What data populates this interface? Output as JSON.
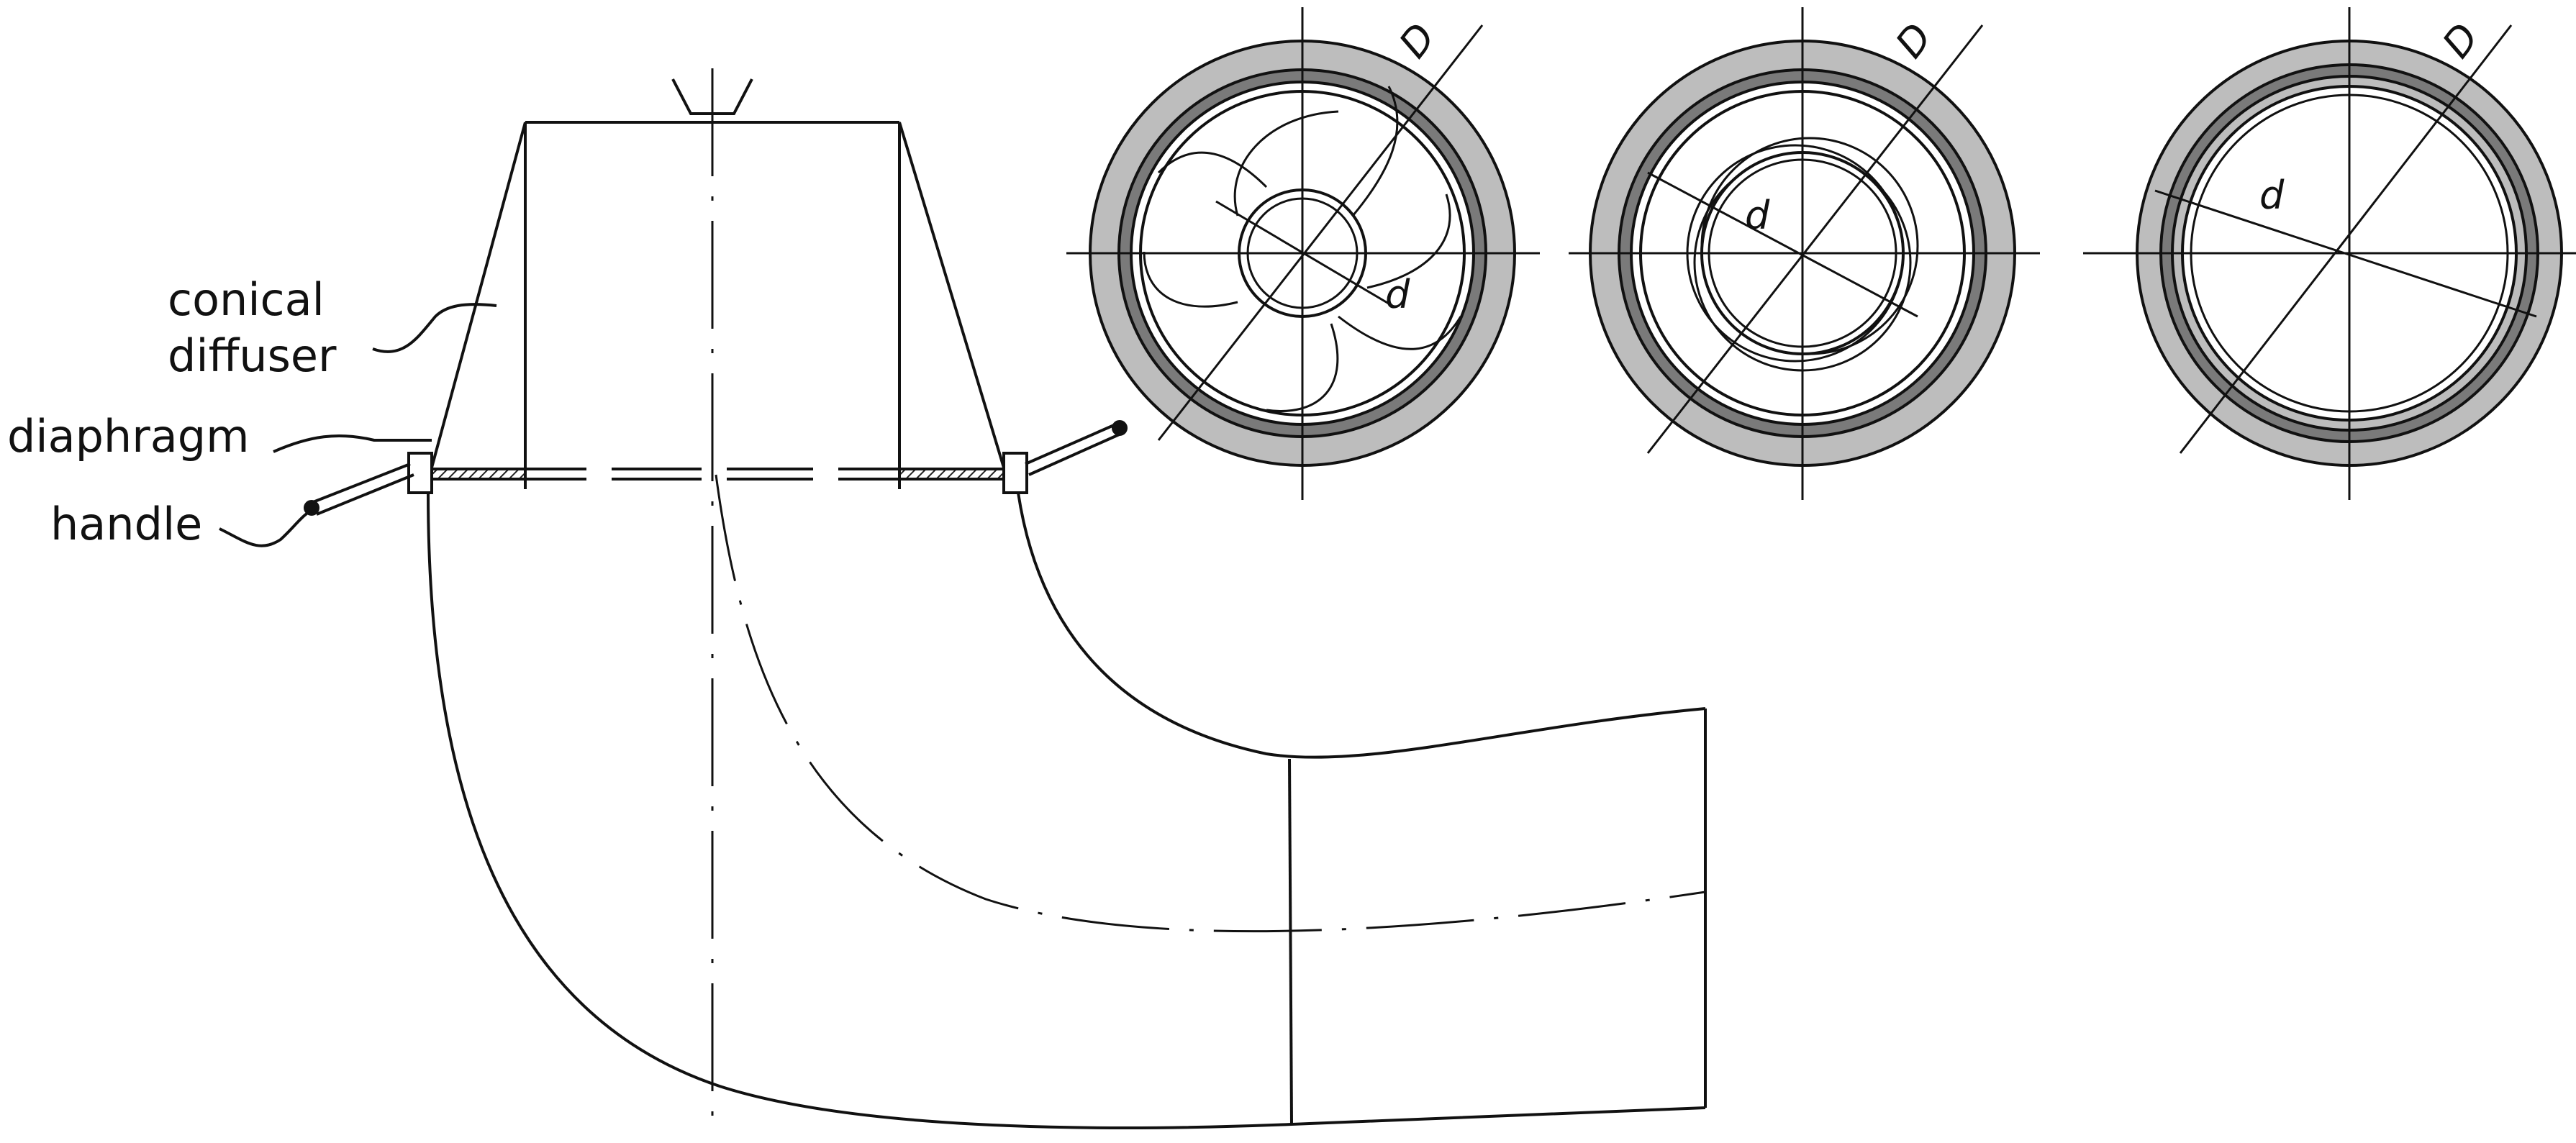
{
  "labels": {
    "conical_diffuser_line1": "conical",
    "conical_diffuser_line2": "diffuser",
    "diaphragm": "diaphragm",
    "handle": "handle"
  },
  "apertures": [
    {
      "outer_label": "D",
      "inner_label": "d"
    },
    {
      "outer_label": "D",
      "inner_label": "d"
    },
    {
      "outer_label": "D",
      "inner_label": "d"
    }
  ],
  "colors": {
    "line": "#111111",
    "ring_outer": "#bdbdbd",
    "ring_band": "#7a7a7a",
    "background": "#ffffff"
  }
}
